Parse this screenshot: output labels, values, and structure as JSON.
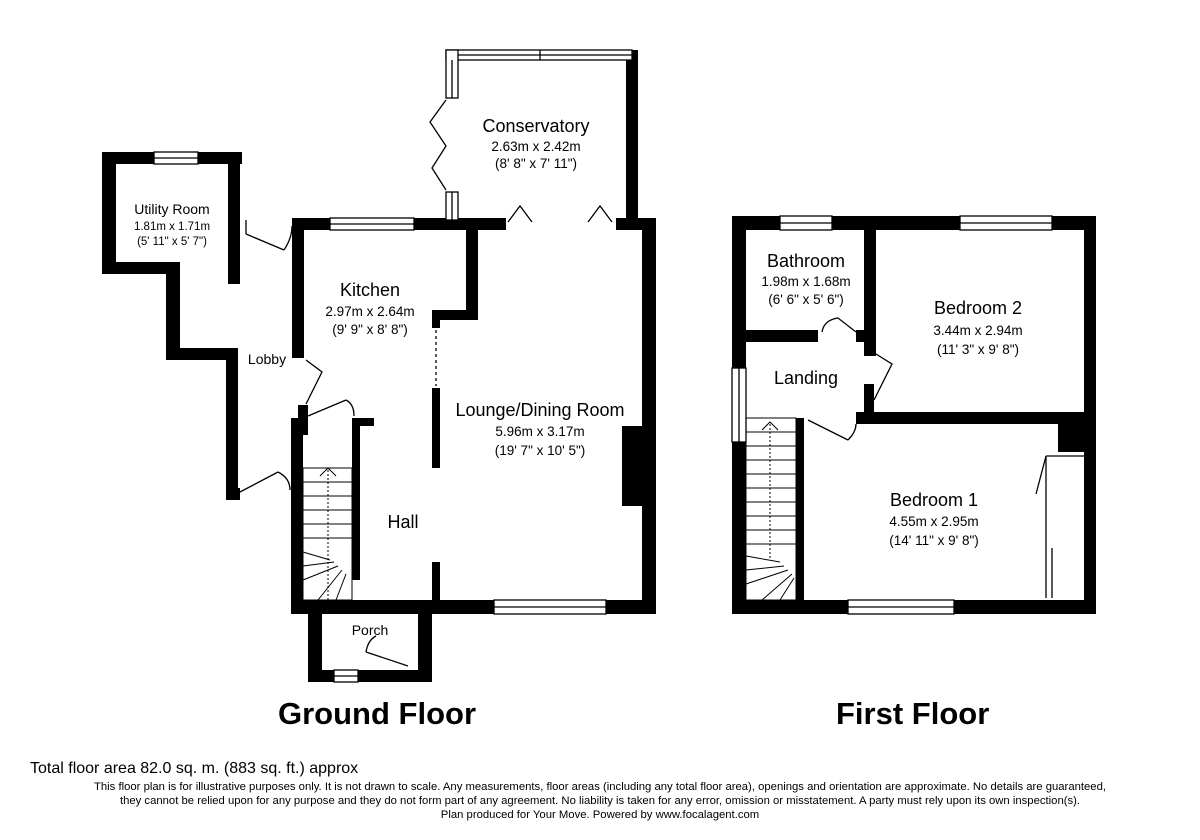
{
  "floors": {
    "ground": {
      "title": "Ground Floor",
      "rooms": {
        "conservatory": {
          "name": "Conservatory",
          "metric": "2.63m x 2.42m",
          "imperial": "(8' 8\" x 7' 11\")"
        },
        "utility": {
          "name": "Utility Room",
          "metric": "1.81m x 1.71m",
          "imperial": "(5' 11\" x 5' 7\")"
        },
        "kitchen": {
          "name": "Kitchen",
          "metric": "2.97m x 2.64m",
          "imperial": "(9' 9\" x 8' 8\")"
        },
        "lobby": {
          "name": "Lobby"
        },
        "lounge": {
          "name": "Lounge/Dining Room",
          "metric": "5.96m x 3.17m",
          "imperial": "(19' 7\" x 10' 5\")"
        },
        "hall": {
          "name": "Hall"
        },
        "porch": {
          "name": "Porch"
        }
      }
    },
    "first": {
      "title": "First Floor",
      "rooms": {
        "bathroom": {
          "name": "Bathroom",
          "metric": "1.98m x 1.68m",
          "imperial": "(6' 6\" x 5' 6\")"
        },
        "bedroom2": {
          "name": "Bedroom 2",
          "metric": "3.44m x 2.94m",
          "imperial": "(11' 3\" x 9' 8\")"
        },
        "landing": {
          "name": "Landing"
        },
        "bedroom1": {
          "name": "Bedroom 1",
          "metric": "4.55m x 2.95m",
          "imperial": "(14' 11\" x 9' 8\")"
        }
      }
    }
  },
  "footer": {
    "total_area": "Total floor area 82.0 sq. m. (883 sq. ft.) approx",
    "disclaimer_line1": "This floor plan is for illustrative purposes only. It is not drawn to scale. Any measurements, floor areas (including any total floor area), openings and orientation are approximate. No details are guaranteed,",
    "disclaimer_line2": "they cannot be relied upon for any purpose and they do not form part of any agreement. No liability is taken for any error, omission or misstatement. A party must rely upon its own inspection(s).",
    "credit": "Plan produced for Your Move. Powered by www.focalagent.com"
  },
  "colors": {
    "wall": "#000000",
    "window": "#ffffff",
    "background": "#ffffff"
  }
}
